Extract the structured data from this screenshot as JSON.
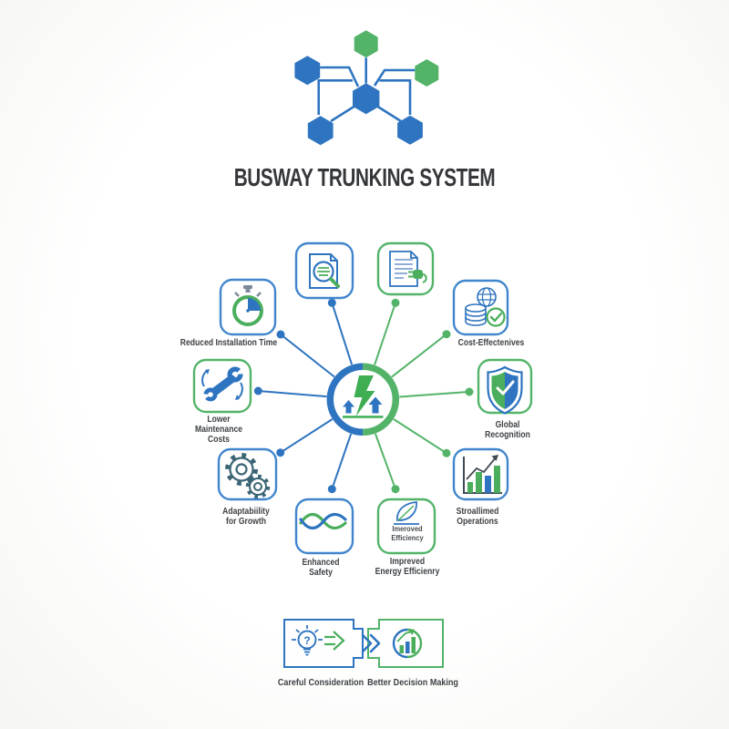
{
  "logo": {
    "title": "BUSWAY TRUNKING SYSTEM",
    "icon": "hexagon-network-logo"
  },
  "colors": {
    "blue": "#2e74c0",
    "green": "#53b469",
    "bolt_green": "#3fae53",
    "dark": "#3f4a52",
    "gear": "#3b6575",
    "text": "#3d4145",
    "title_text": "#35373a"
  },
  "diagram": {
    "hub": {
      "icon": "energy-hub-icon"
    },
    "nodes": [
      {
        "id": "reduced-installation-time",
        "icon": "stopwatch-icon",
        "border": "blue",
        "label_lines": [
          "Reduced Installation Time"
        ]
      },
      {
        "id": "document-inspection",
        "icon": "document-magnifier-icon",
        "border": "blue",
        "label_lines": []
      },
      {
        "id": "electrical-documentation",
        "icon": "document-plug-icon",
        "border": "green",
        "label_lines": []
      },
      {
        "id": "cost-effectiveness",
        "icon": "coins-globe-check-icon",
        "border": "blue",
        "label_lines": [
          "Cost-Effectenives"
        ]
      },
      {
        "id": "global-recognition",
        "icon": "shield-check-icon",
        "border": "green",
        "label_lines": [
          "Global",
          "Recognition"
        ]
      },
      {
        "id": "streamlined-operations",
        "icon": "growth-chart-icon",
        "border": "blue",
        "label_lines": [
          "Stroallimed",
          "Operations"
        ]
      },
      {
        "id": "lower-maintenance-costs",
        "icon": "wrench-icon",
        "border": "green",
        "label_lines": [
          "Lower",
          "Maintenance",
          "Costs"
        ]
      },
      {
        "id": "adaptability-for-growth",
        "icon": "gears-icon",
        "border": "blue",
        "label_lines": [
          "Adaptabiility",
          "for Growth"
        ]
      },
      {
        "id": "enhanced-safety",
        "icon": "waves-icon",
        "border": "blue",
        "label_lines": [
          "Enhanced",
          "Safety"
        ]
      },
      {
        "id": "improved-energy-efficiency",
        "icon": "leaf-icon",
        "border": "green",
        "inner_lines": [
          "Imeroved",
          "Efficiency"
        ],
        "label_lines": [
          "Impreved",
          "Energy Efficienry"
        ]
      }
    ]
  },
  "footer": {
    "left": {
      "label": "Careful Consideration",
      "icon": "lightbulb-question-icon",
      "glyph": "?"
    },
    "right": {
      "label": "Better Decision Making",
      "icon": "circle-growth-chart-icon"
    },
    "connector": {
      "icon": "double-chevron-icon"
    }
  }
}
